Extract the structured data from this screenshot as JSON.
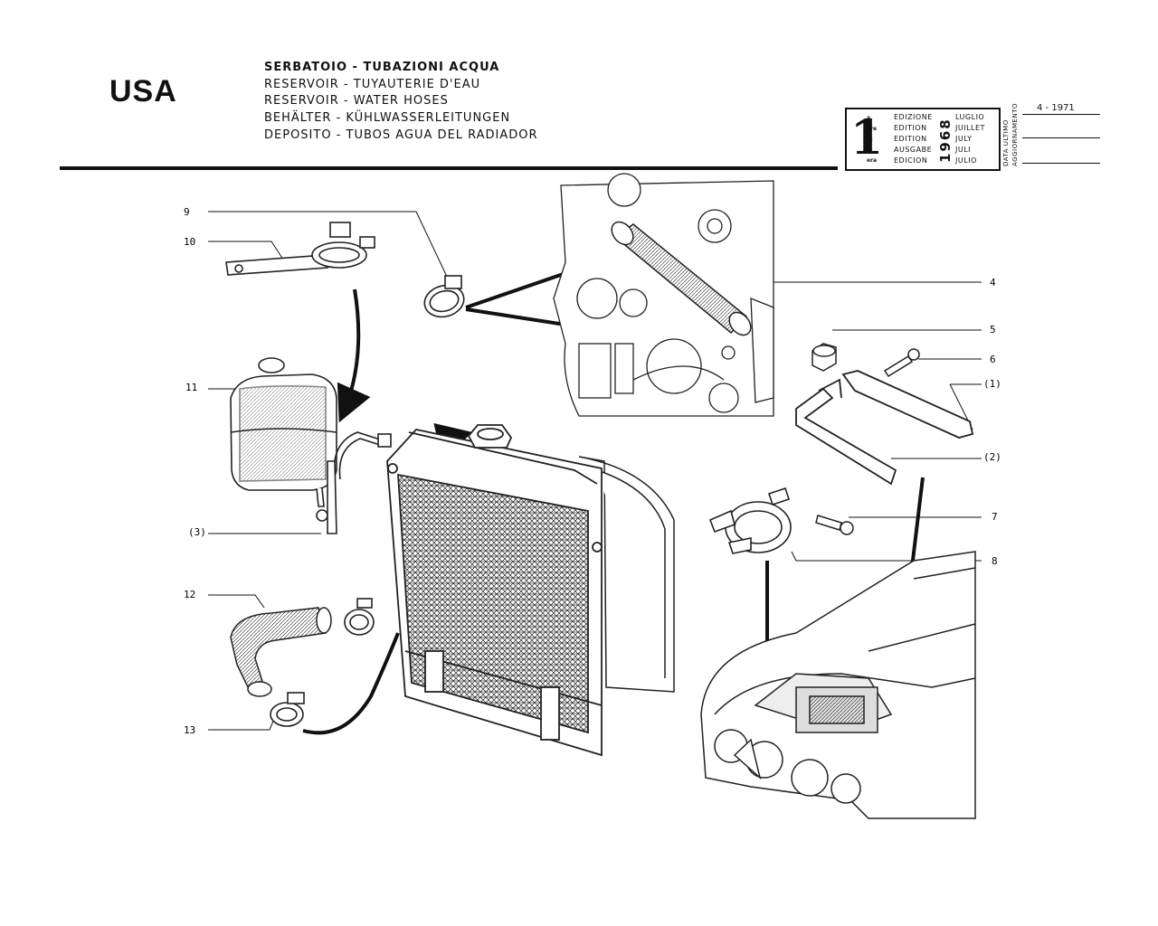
{
  "region": "USA",
  "titles": [
    "SERBATOIO - TUBAZIONI ACQUA",
    "RESERVOIR - TUYAUTERIE D'EAU",
    "RESERVOIR - WATER HOSES",
    "BEHÄLTER - KÜHLWASSERLEITUNGEN",
    "DEPOSITO - TUBOS AGUA DEL RADIADOR"
  ],
  "edition": {
    "number": "1",
    "year": "1968",
    "ordinals": [
      "a",
      "ère",
      "st",
      ".",
      "era"
    ],
    "words": [
      "EDIZIONE",
      "EDITION",
      "EDITION",
      "AUSGABE",
      "EDICION"
    ],
    "months": [
      "LUGLIO",
      "JUILLET",
      "JULY",
      "JULI",
      "JULIO"
    ]
  },
  "update": {
    "label_line1": "DATA ULTIMO",
    "label_line2": "AGGIORNAMENTO",
    "date": "4 - 1971"
  },
  "callouts": {
    "c9": "9",
    "c10": "10",
    "c11": "11",
    "c3": "(3)",
    "c12": "12",
    "c13": "13",
    "c4": "4",
    "c5": "5",
    "c6": "6",
    "c1": "(1)",
    "c2": "(2)",
    "c7": "7",
    "c8": "8"
  }
}
